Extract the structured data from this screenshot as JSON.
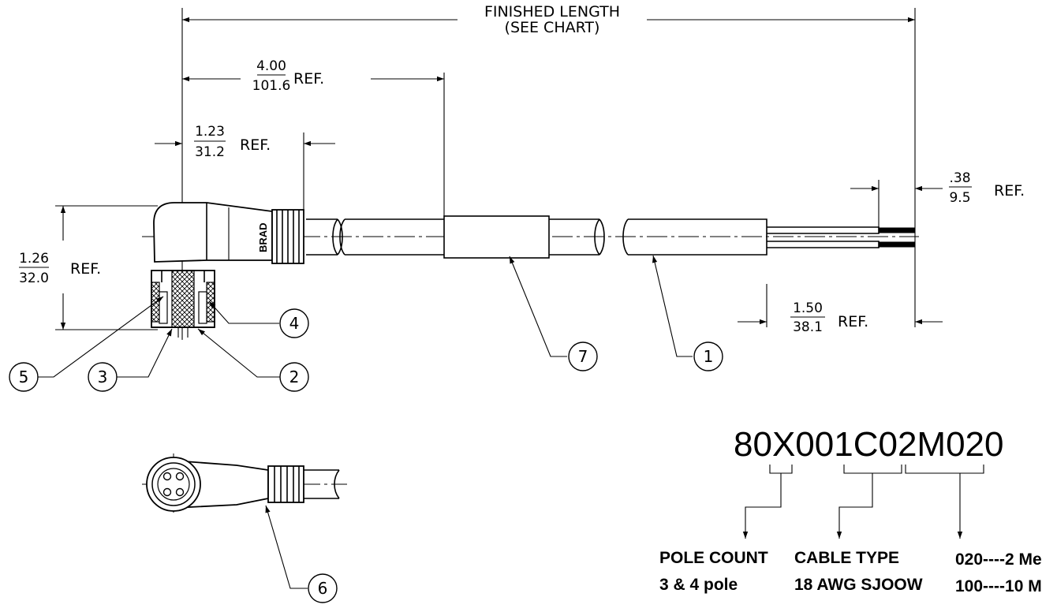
{
  "dimensions": {
    "finished_length_line1": "FINISHED LENGTH",
    "finished_length_line2": "(SEE CHART)",
    "d400_in": "4.00",
    "d400_mm": "101.6",
    "d123_in": "1.23",
    "d123_mm": "31.2",
    "d126_in": "1.26",
    "d126_mm": "32.0",
    "d150_in": "1.50",
    "d150_mm": "38.1",
    "d038_in": ".38",
    "d038_mm": "9.5",
    "ref_label": "REF."
  },
  "connector_marking": "BRAD",
  "callouts": [
    "1",
    "2",
    "3",
    "4",
    "5",
    "6",
    "7"
  ],
  "part_number": {
    "code": "80X001C02M020",
    "pole_count_title": "POLE COUNT",
    "pole_count_value": "3 & 4 pole",
    "cable_type_title": "CABLE TYPE",
    "cable_type_value": "18 AWG SJOOW",
    "length_option_1": "020----2 Me",
    "length_option_2": "100----10 M"
  }
}
